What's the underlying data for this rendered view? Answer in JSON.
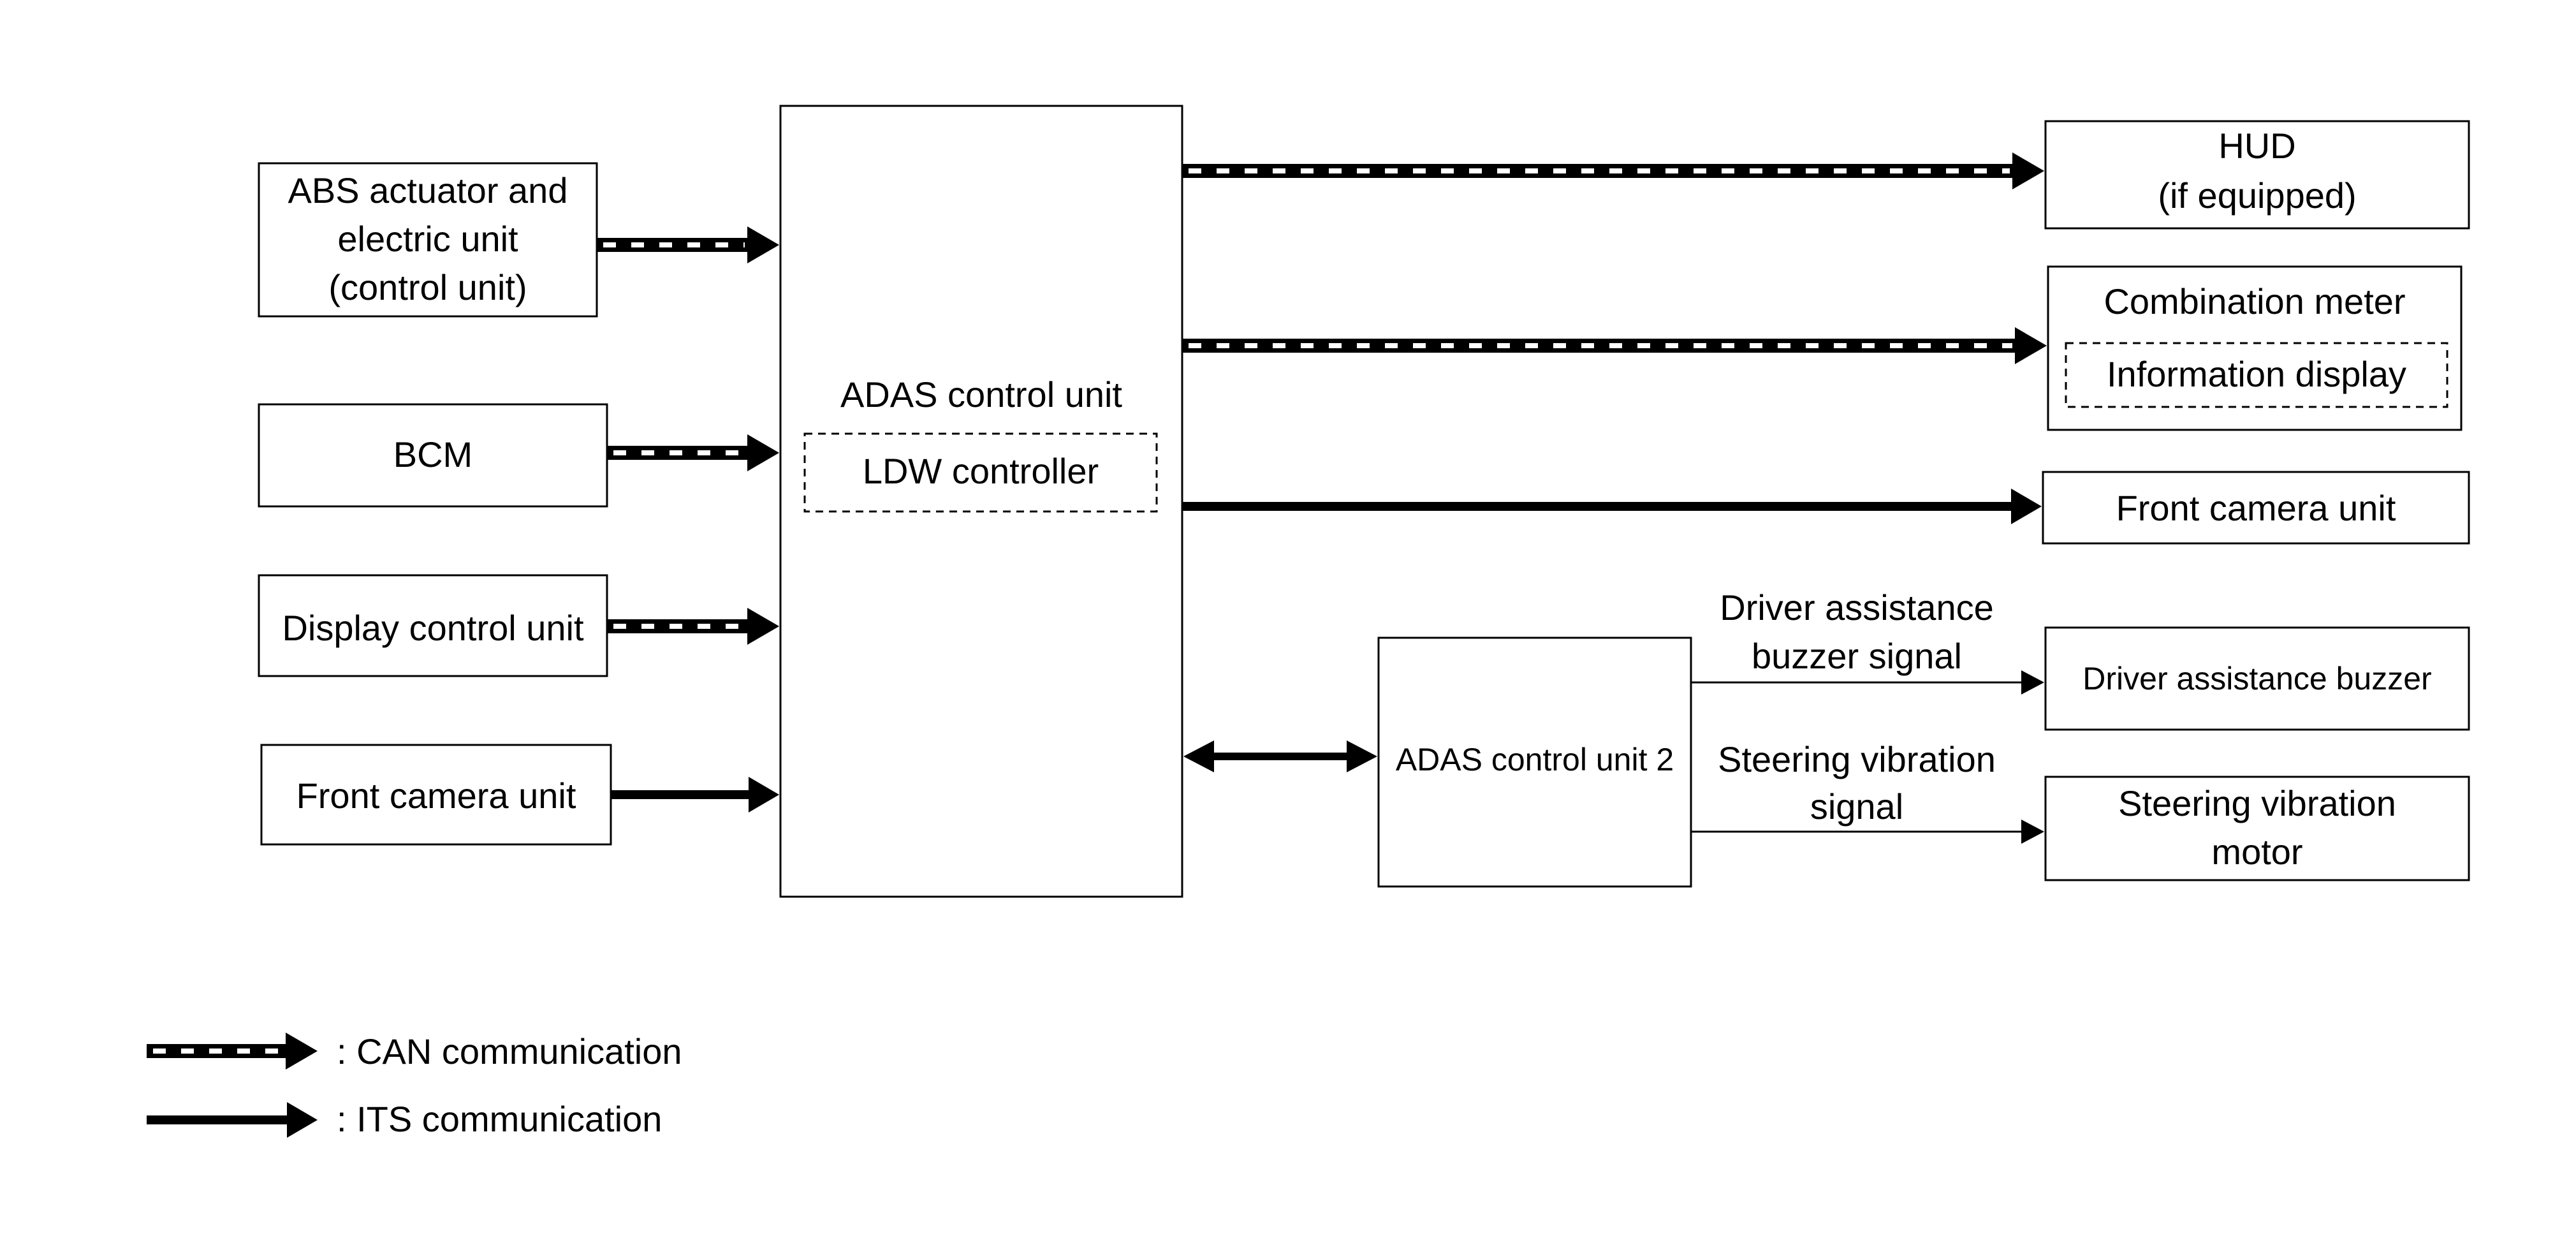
{
  "diagram": {
    "colors": {
      "line": "#000000",
      "background": "#ffffff",
      "can_dash": "#ffffff"
    },
    "boxes": {
      "abs": [
        "ABS actuator and",
        "electric unit",
        "(control unit)"
      ],
      "bcm": "BCM",
      "display_cu": "Display control unit",
      "front_cam_in": "Front camera unit",
      "adas": "ADAS control unit",
      "ldw": "LDW controller",
      "adas2": "ADAS control unit 2",
      "hud": [
        "HUD",
        "(if equipped)"
      ],
      "combo": "Combination meter",
      "info_display": "Information display",
      "front_cam_out": "Front camera unit",
      "buzzer": "Driver assistance buzzer",
      "steer_motor": [
        "Steering vibration",
        "motor"
      ]
    },
    "signals": {
      "buzzer_signal": [
        "Driver assistance",
        "buzzer signal"
      ],
      "steer_signal": [
        "Steering vibration",
        "signal"
      ]
    },
    "legend": {
      "can": ": CAN communication",
      "its": ": ITS communication"
    }
  }
}
